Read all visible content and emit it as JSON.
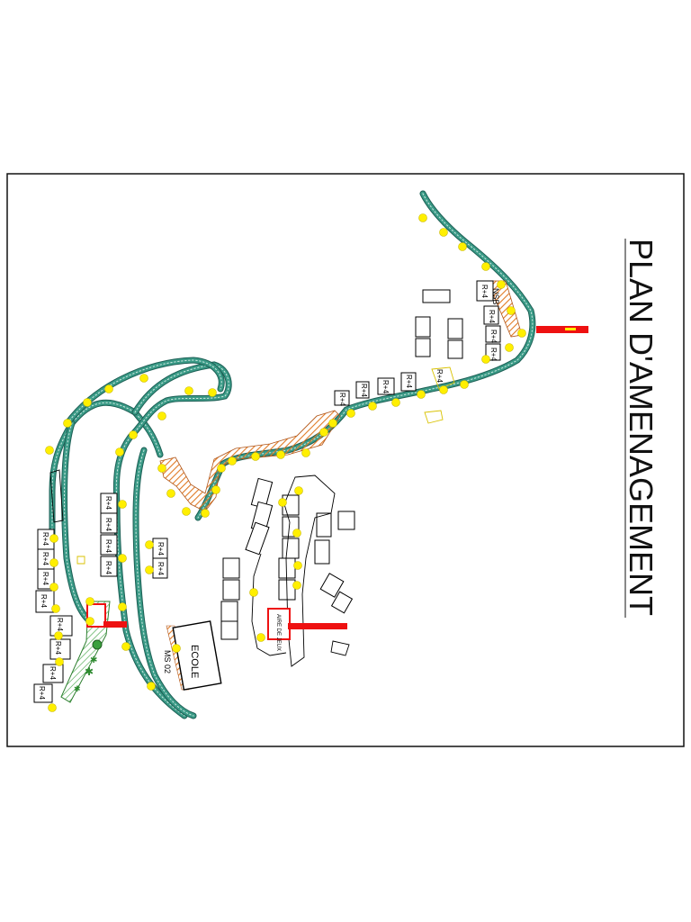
{
  "title": "PLAN D'AMENAGEMENT",
  "labels": {
    "ecole": "ECOLE",
    "ms": "MS 02",
    "aire": "AIRE DE JEUX",
    "rplus4": "R+4",
    "nsb": "NSB"
  },
  "colors": {
    "frame": "#111111",
    "road_fill": "#3a9a86",
    "road_edge": "#1c5f55",
    "lamp": "#ffef00",
    "lamp_edge": "#c9b800",
    "hatch": "#e07a25",
    "red": "#ee1111",
    "garden": "#39a03d",
    "building": "#000000"
  },
  "icons": [
    "lamp-post-dot",
    "tree-icon",
    "parking-marker"
  ]
}
